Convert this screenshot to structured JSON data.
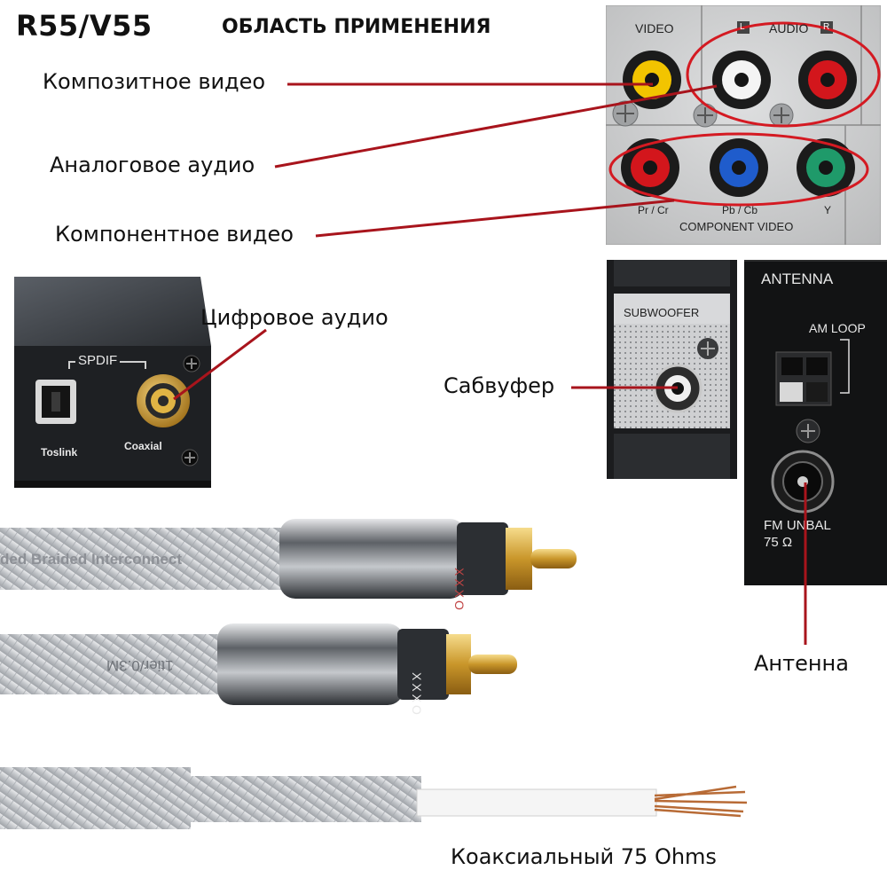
{
  "header": {
    "model": "R55/V55",
    "section": "ОБЛАСТЬ ПРИМЕНЕНИЯ"
  },
  "callouts": {
    "composite_video": "Композитное видео",
    "analog_audio": "Аналоговое аудио",
    "component_video": "Компонентное видео",
    "digital_audio": "Цифровое аудио",
    "subwoofer": "Сабвуфер",
    "antenna": "Антенна",
    "coaxial": "Коаксиальный 75 Ohms"
  },
  "av_panel": {
    "video_label": "VIDEO",
    "audio_label": "AUDIO",
    "audio_left": "L",
    "audio_right": "R",
    "port_pr": "Pr / Cr",
    "port_pb": "Pb / Cb",
    "port_y": "Y",
    "component_label": "COMPONENT VIDEO"
  },
  "spdif_device": {
    "group_label": "SPDIF",
    "toslink": "Toslink",
    "coaxial": "Coaxial"
  },
  "sub_panel": {
    "label": "SUBWOOFER"
  },
  "antenna_panel": {
    "title": "ANTENNA",
    "am_loop": "AM LOOP",
    "fm_line1": "FM UNBAL",
    "fm_line2": "75 Ω"
  },
  "cables": {
    "top_print": "ded   Braided   Interconnect",
    "mid_print": "1tier/0.3M",
    "brand": "XXXO"
  },
  "colors": {
    "callout_line": "#a8141c",
    "highlight_ellipse": "#d41a22",
    "jack_yellow": "#f2c400",
    "jack_white": "#f4f4f4",
    "jack_red": "#d3161c",
    "jack_blue": "#1f5ccc",
    "jack_green": "#1f9a6a",
    "gold": "#c9962a"
  }
}
